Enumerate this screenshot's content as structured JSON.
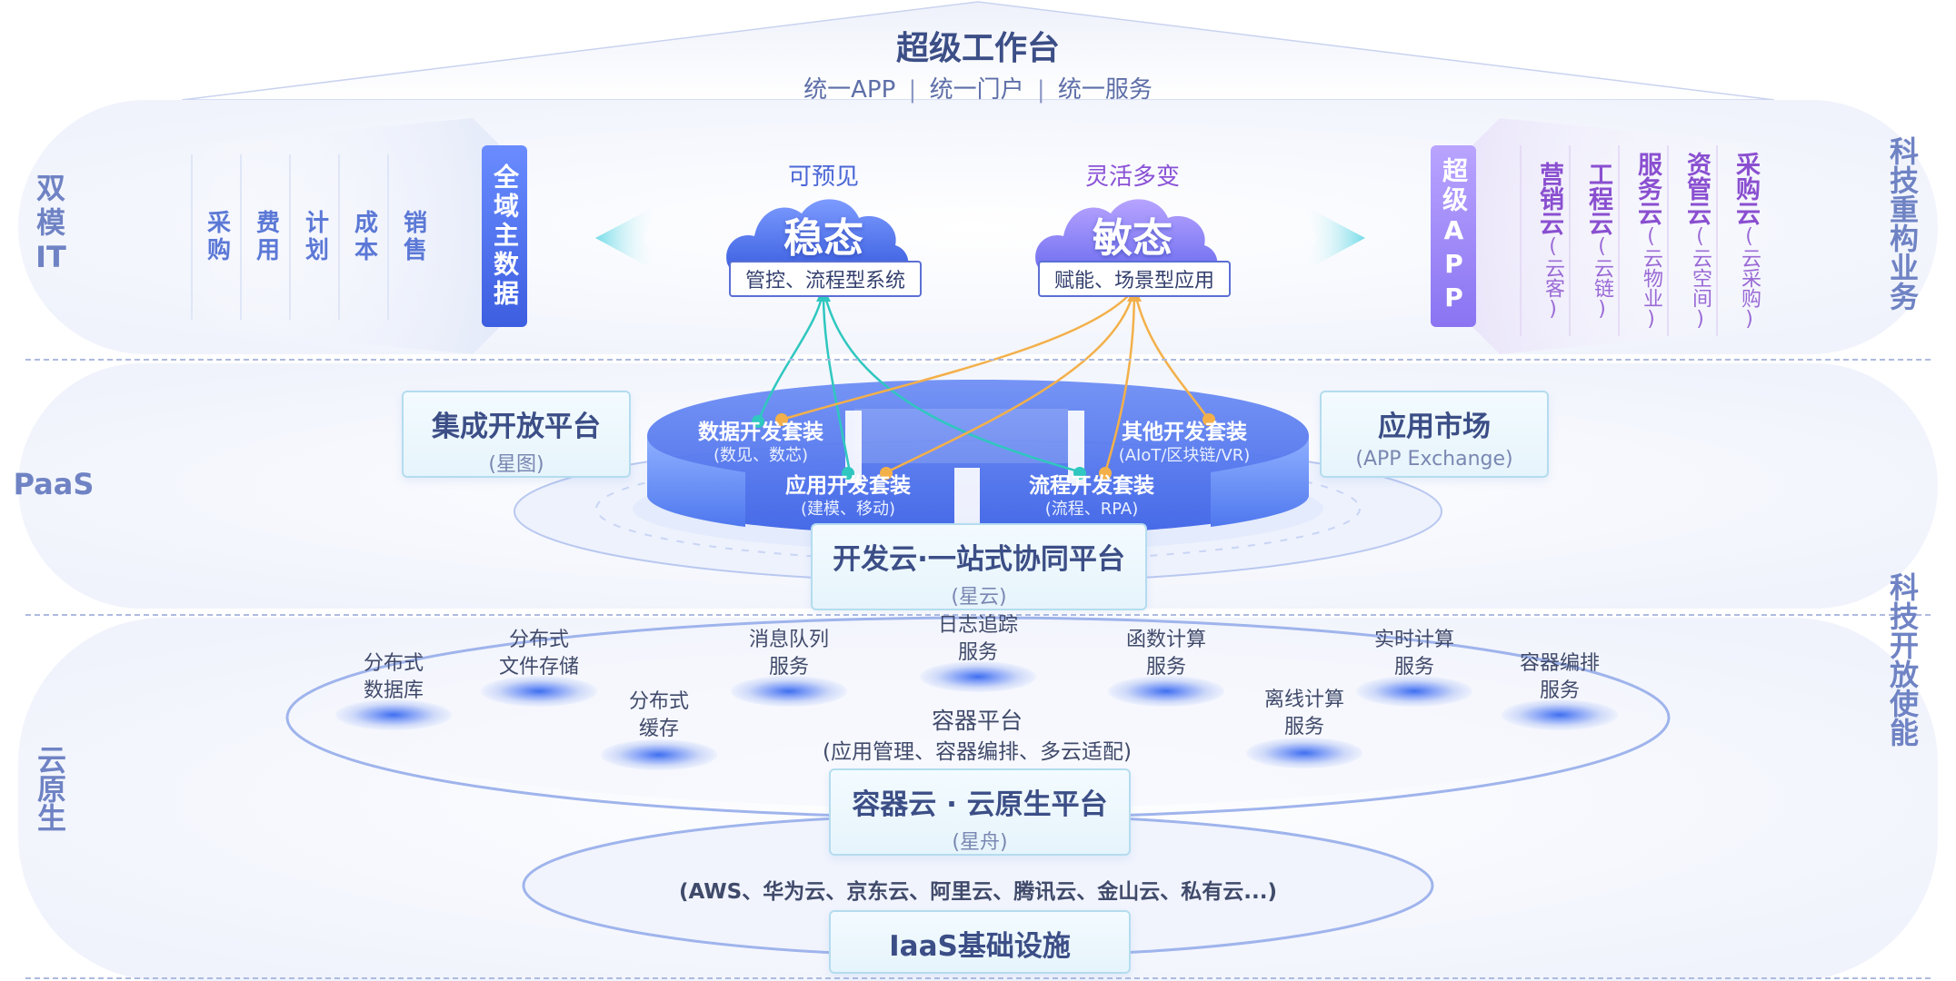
{
  "header": {
    "title": "超级工作台",
    "subtitle_parts": [
      "统一APP",
      "统一门户",
      "统一服务"
    ],
    "separator": "|"
  },
  "side_labels": {
    "left_top": "双模IT",
    "left_mid": "PaaS",
    "left_bottom": "云原生",
    "right_top": "科技重构业务",
    "right_bottom": "科技开放使能"
  },
  "left_block": {
    "departments": [
      "采购",
      "费用",
      "计划",
      "成本",
      "销售"
    ],
    "badge": "全域主数据"
  },
  "clouds": {
    "stable": {
      "caption": "可预见",
      "word": "稳态",
      "desc": "管控、流程型系统"
    },
    "agile": {
      "caption": "灵活多变",
      "word": "敏态",
      "desc": "赋能、场景型应用"
    }
  },
  "right_block": {
    "badge": "超级APP",
    "apps": [
      {
        "name": "营销云",
        "sub": "(云客)"
      },
      {
        "name": "工程云",
        "sub": "(云链)"
      },
      {
        "name": "服务云",
        "sub": "(云物业)"
      },
      {
        "name": "资管云",
        "sub": "(云空间)"
      },
      {
        "name": "采购云",
        "sub": "(云采购)"
      }
    ]
  },
  "paas": {
    "integration": {
      "title": "集成开放平台",
      "sub": "(星图)"
    },
    "market": {
      "title": "应用市场",
      "sub": "(APP Exchange)"
    },
    "suites": [
      {
        "title": "数据开发套装",
        "sub": "(数见、数芯)"
      },
      {
        "title": "应用开发套装",
        "sub": "(建模、移动)"
      },
      {
        "title": "流程开发套装",
        "sub": "(流程、RPA)"
      },
      {
        "title": "其他开发套装",
        "sub": "(AIoT/区块链/VR)"
      }
    ],
    "platform": {
      "title": "开发云·一站式协同平台",
      "sub": "(星云)"
    }
  },
  "cloud_native": {
    "services": [
      {
        "line1": "分布式",
        "line2": "数据库"
      },
      {
        "line1": "分布式",
        "line2": "文件存储"
      },
      {
        "line1": "分布式",
        "line2": "缓存"
      },
      {
        "line1": "消息队列",
        "line2": "服务"
      },
      {
        "line1": "日志追踪",
        "line2": "服务"
      },
      {
        "line1": "函数计算",
        "line2": "服务"
      },
      {
        "line1": "离线计算",
        "line2": "服务"
      },
      {
        "line1": "实时计算",
        "line2": "服务"
      },
      {
        "line1": "容器编排",
        "line2": "服务"
      }
    ],
    "container_platform": {
      "title": "容器平台",
      "sub": "(应用管理、容器编排、多云适配)"
    },
    "container_cloud": {
      "title": "容器云 · 云原生平台",
      "sub": "(星舟)"
    }
  },
  "iaas": {
    "providers": "(AWS、华为云、京东云、阿里云、腾讯云、金山云、私有云...)",
    "title": "IaaS基础设施"
  },
  "colors": {
    "title": "#3c4e86",
    "blue_badge": "#4f6fe6",
    "purple_badge": "#9b7cf0",
    "teal_line": "#2fc7bf",
    "orange_line": "#f3b04a"
  }
}
